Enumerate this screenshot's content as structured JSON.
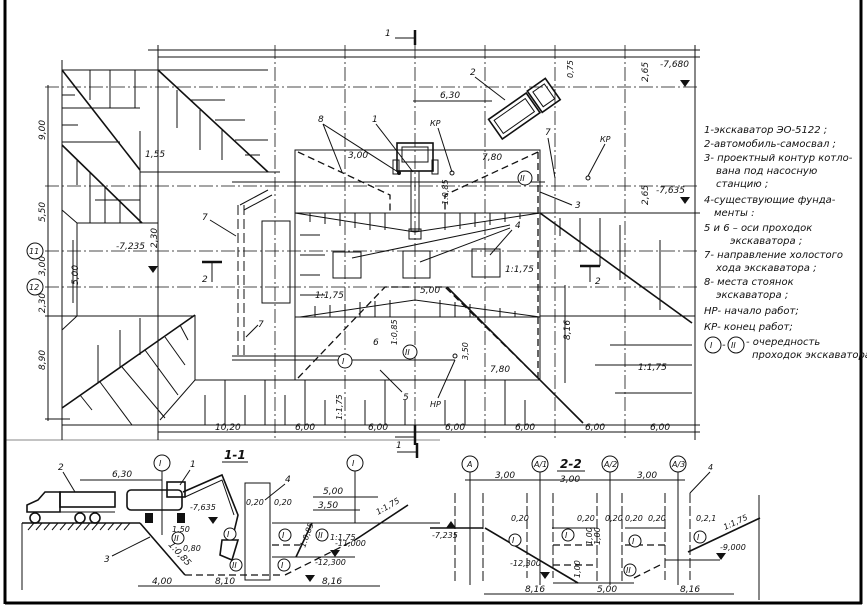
{
  "plan": {
    "section_marks": {
      "s1_top": "1",
      "s1_bottom": "1",
      "s2_left": "2",
      "s2_right": "2"
    },
    "axes": {
      "a11": "11",
      "a12": "12"
    },
    "left_dims": [
      "9,00",
      "5,50",
      "3,00",
      "2,30",
      "8,90",
      "5,00",
      "2,30"
    ],
    "dim_1_55": "1,55",
    "level_left": "-7,235",
    "dim_6_30": "6,30",
    "dim_3_00": "3,00",
    "dim_7_80_top": "7,80",
    "dim_0_75": "0,75",
    "dim_2_65_top": "2,65",
    "level_top": "-7,680",
    "dim_2_65_mid": "2,65",
    "level_mid": "-7,635",
    "slope_1_085_top": "1:0,85",
    "slope_1_085_bottom": "1:0,85",
    "slope_left": "1:1,75",
    "slope_center_right": "1:1,75",
    "slope_right": "1:1,75",
    "slope_bottom": "1:1,75",
    "dim_5_00": "5,00",
    "dim_8_16": "8,16",
    "dim_3_50": "3,50",
    "dim_7_80_bottom": "7,80",
    "bottom_dims": [
      "10,20",
      "6,00",
      "6,00",
      "6,00",
      "6,00",
      "6,00",
      "6,00"
    ],
    "callouts": {
      "c1": "1",
      "c2": "2",
      "c3": "3",
      "c4": "4",
      "c5": "5",
      "c6": "6",
      "c7a": "7",
      "c7b": "7",
      "c7c": "7",
      "c8": "8"
    },
    "kp1": "КР",
    "kp2": "КР",
    "hp": "НР",
    "pass_I": "I",
    "pass_II_top": "II",
    "pass_II_bottom": "II"
  },
  "legend": [
    "1-экскаватор ЭО-5122 ;",
    "2-автомобиль-самосвал ;",
    "3- проектный контур котло-",
    "вана под насосную",
    "станцию ;",
    "4-существующие фунда-",
    "менты :",
    "5 и 6 – оси проходок",
    "экскаватора ;",
    "7- направление холостого",
    "хода экскаватора ;",
    "8- места стоянок",
    "экскаватора ;",
    "НР- начало работ;",
    "КР- конец работ;",
    "- очередность",
    "проходок экскаватора"
  ],
  "legend_circles": {
    "first": "I",
    "second": "II"
  },
  "section11": {
    "title": "1-1",
    "c1": "1",
    "c2": "2",
    "c3": "3",
    "c4": "4",
    "axis_I_left": "I",
    "axis_I_right": "I",
    "dim_6_30": "6,30",
    "level_7_635": "-7,635",
    "dim_1_50": "1,50",
    "dim_0_20a": "0,20",
    "dim_0_20b": "0,20",
    "dim_5_00": "5,00",
    "dim_3_50": "3,50",
    "slope_1_175a": "1:1,75",
    "slope_1_175b": "1:1,75",
    "slope_1_085": "1:0,85",
    "slope_1_085b": "1:0,85",
    "level_11": "-11,000",
    "level_12_3": "-12,300",
    "dim_4_00": "4,00",
    "dim_8_10": "8,10",
    "dim_8_16": "8,16",
    "p1": "I",
    "p2": "II",
    "p3": "I",
    "p4": "II",
    "p5": "I",
    "p6": "II",
    "p7": "I",
    "p8": "II",
    "dim_0_80": "0,80"
  },
  "section22": {
    "title_top": "2-2",
    "title_dim": "3,00",
    "axes": [
      "А",
      "А/1",
      "А/2",
      "А/3"
    ],
    "dim_3_00a": "3,00",
    "dim_3_00b": "3,00",
    "d020": [
      "0,20",
      "0,20",
      "0,20",
      "0,20",
      "0,20",
      "0,2,1"
    ],
    "level_left": "-7,235",
    "level_12_3": "-12,300",
    "level_9": "-9,000",
    "slope": "1:1,75",
    "v1": "1,00",
    "v2": "1,00",
    "v3": "1,00",
    "dim_8_16a": "8,16",
    "dim_5_00": "5,00",
    "dim_8_16b": "8,16",
    "p1": "I",
    "p2": "I",
    "p3": "I",
    "p4": "II",
    "p5": "I",
    "c4": "4"
  }
}
